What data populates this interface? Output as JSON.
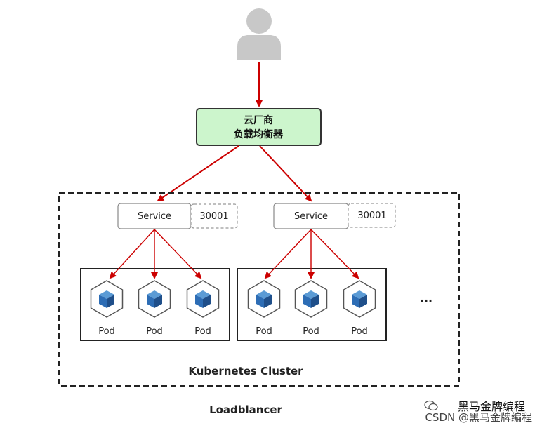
{
  "user_icon": "person-icon",
  "load_balancer_box": {
    "line1": "云厂商",
    "line2": "负载均衡器",
    "fill": "#ccf5cc",
    "stroke": "#333333"
  },
  "arrow_color": "#cc0000",
  "services": [
    {
      "label": "Service",
      "port": "30001"
    },
    {
      "label": "Service",
      "port": "30001"
    }
  ],
  "pod_groups": [
    {
      "pods": [
        "Pod",
        "Pod",
        "Pod"
      ]
    },
    {
      "pods": [
        "Pod",
        "Pod",
        "Pod"
      ]
    }
  ],
  "pod_icon_color": "#2d6db5",
  "ellipsis": "...",
  "cluster_label": "Kubernetes Cluster",
  "caption": "Loadblancer",
  "watermark": {
    "line1": "黑马金牌编程",
    "line2": "CSDN @黑马金牌编程"
  }
}
